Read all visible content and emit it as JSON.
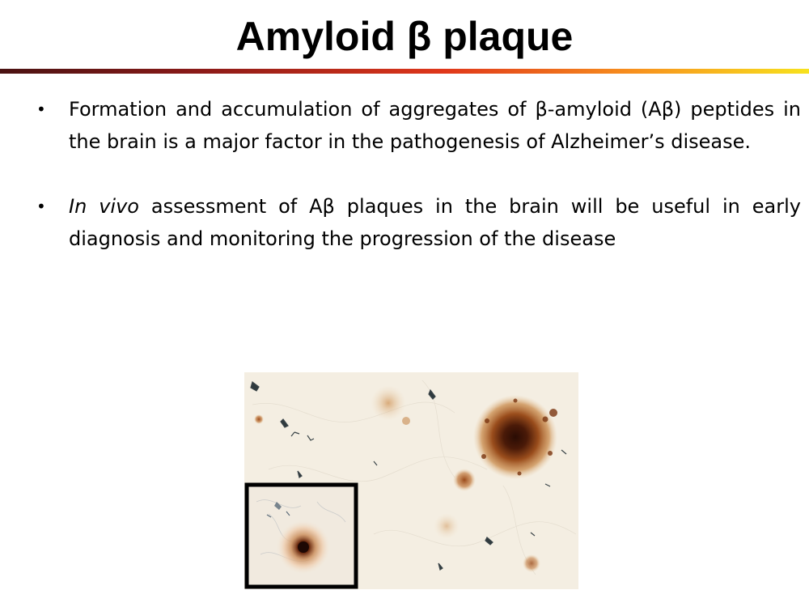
{
  "slide": {
    "title": "Amyloid β plaque",
    "bullets": [
      {
        "text": "Formation and accumulation of aggregates of β-amyloid (Aβ) peptides in the brain is a major factor in the pathogenesis of Alzheimer’s disease."
      },
      {
        "italic_lead": "In vivo",
        "text": " assessment of Aβ plaques in the brain will be useful in early diagnosis and monitoring the progression of the disease"
      }
    ],
    "bullet_symbol": "•"
  },
  "colors": {
    "title_bar_gradient": [
      "#4a1212",
      "#8c1a18",
      "#e0371a",
      "#f78f1e",
      "#f7e21e"
    ],
    "plaque_core": "#3a1408",
    "plaque_halo": "#b4682a",
    "tissue_background": "#f3ede0"
  }
}
